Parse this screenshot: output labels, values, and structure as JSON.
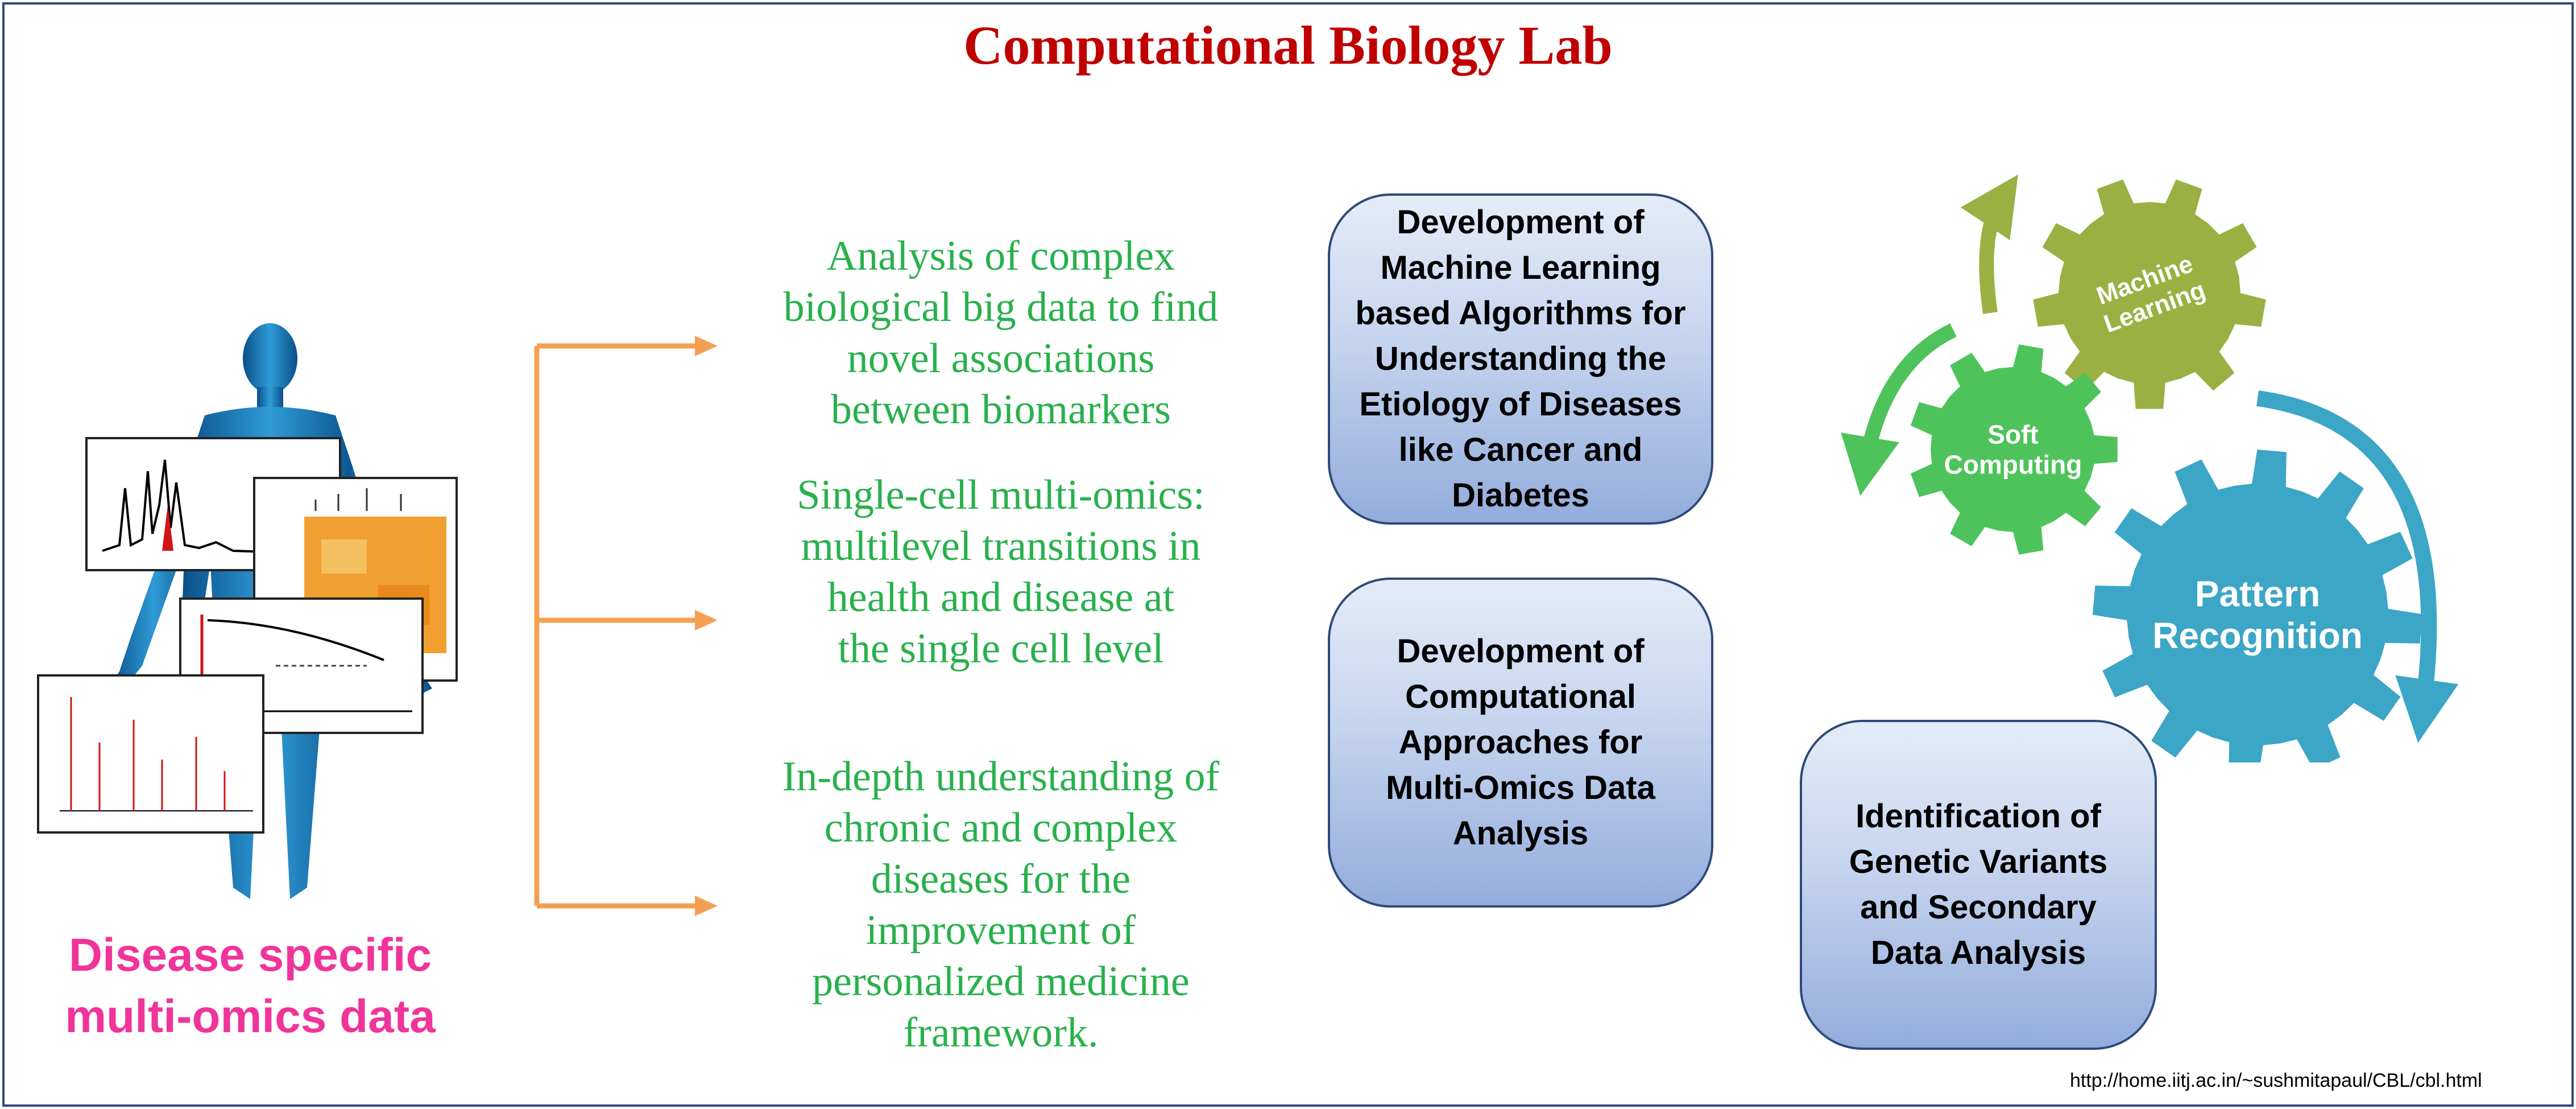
{
  "title": "Computational Biology Lab",
  "left_caption": "Disease specific\nmulti-omics data",
  "research_items": [
    "Analysis of complex\nbiological big data to find\nnovel associations\nbetween biomarkers",
    "Single-cell multi-omics:\nmultilevel transitions in\nhealth and disease at\nthe single cell level",
    "In-depth understanding of\nchronic and complex\ndiseases for the\nimprovement of\npersonalized medicine\nframework."
  ],
  "boxes": [
    "Development of\nMachine Learning\nbased Algorithms for\nUnderstanding the\nEtiology of  Diseases\nlike Cancer and\nDiabetes",
    "Development of\nComputational\nApproaches for\nMulti-Omics Data\nAnalysis",
    "Identification of\nGenetic Variants\nand Secondary\nData Analysis"
  ],
  "gears": {
    "machine_learning": "Machine\nLearning",
    "soft_computing": "Soft\nComputing",
    "pattern_recognition": "Pattern\nRecognition"
  },
  "colors": {
    "title": "#c00000",
    "green_text": "#28b14c",
    "pink_caption": "#f0349a",
    "arrow": "#f4a054",
    "gear_olive": "#9bb043",
    "gear_green": "#4ec35b",
    "gear_teal": "#3ba6c6"
  },
  "footer_url": "http://home.iitj.ac.in/~sushmitapaul/CBL/cbl.html"
}
